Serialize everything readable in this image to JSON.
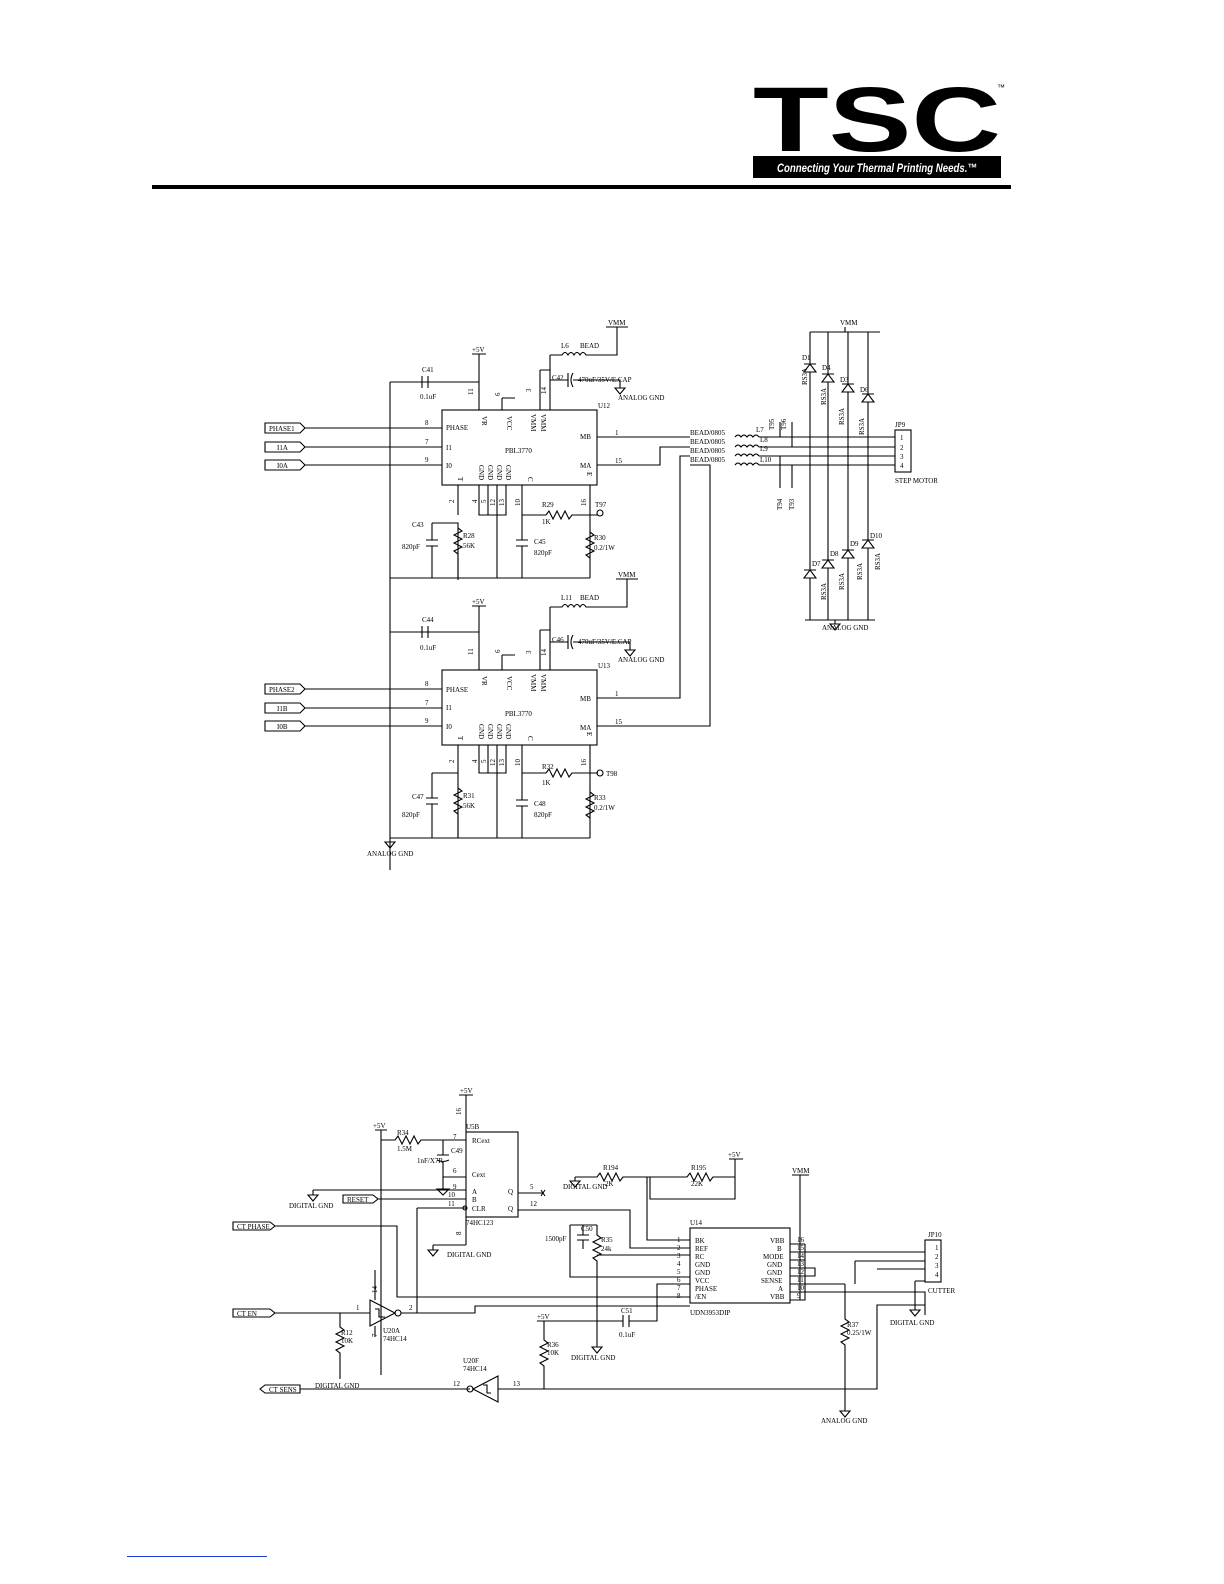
{
  "brand": {
    "logo_text": "TSC",
    "tagline": "Connecting Your Thermal Printing Needs.™",
    "tm": "™"
  },
  "motor": {
    "u12": {
      "ref": "U12",
      "part": "PBL3770"
    },
    "u13": {
      "ref": "U13",
      "part": "PBL3770"
    },
    "pins_top": [
      "VR",
      "VCC",
      "VMM",
      "VMM"
    ],
    "pins_left": [
      "PHASE",
      "I1",
      "I0"
    ],
    "pins_right": [
      "MB",
      "MA"
    ],
    "pins_bottom": [
      "T",
      "GND",
      "GND",
      "GND",
      "GND",
      "C",
      "E"
    ],
    "pin_numbers": {
      "n8": "8",
      "n7": "7",
      "n9": "9",
      "n11": "11",
      "n6": "6",
      "n3": "3",
      "n14": "14",
      "n1": "1",
      "n15": "15",
      "n2": "2",
      "n4": "4",
      "n5": "5",
      "n12": "12",
      "n13": "13",
      "n10": "10",
      "n16": "16"
    },
    "signals_a": [
      "PHASE1",
      "I1A",
      "I0A"
    ],
    "signals_b": [
      "PHASE2",
      "I1B",
      "I0B"
    ],
    "supply_5v": "+5V",
    "vmm": "VMM",
    "analog_gnd": "ANALOG GND",
    "c41": "C41",
    "c41_val": "0.1uF",
    "c44": "C44",
    "c44_val": "0.1uF",
    "l6": "L6",
    "l11": "L11",
    "bead": "BEAD",
    "c42": "C42",
    "c46": "C46",
    "cap_val": "470uF/35V/E.CAP",
    "c43": "C43",
    "c47": "C47",
    "c45": "C45",
    "c48": "C48",
    "pf820": "820pF",
    "r28": "R28",
    "r31": "R31",
    "k56": "56K",
    "r29": "R29",
    "r32": "R32",
    "k1": "1K",
    "r30": "R30",
    "r33": "R33",
    "rsense": "0.2/1W",
    "t97": "T97",
    "t98": "T98",
    "beads": [
      "BEAD/0805",
      "BEAD/0805",
      "BEAD/0805",
      "BEAD/0805"
    ],
    "l7": "L7",
    "l8": "L8",
    "l9": "L9",
    "l10": "L10",
    "tps_top": [
      "T95",
      "T96"
    ],
    "tps_bottom": [
      "T94",
      "T93"
    ],
    "diodes_top": [
      "D1",
      "D4",
      "D3",
      "D6"
    ],
    "diodes_bottom": [
      "D7",
      "D8",
      "D9",
      "D10"
    ],
    "rs3a": "RS3A",
    "jp9": "JP9",
    "jp9_pins": [
      "1",
      "2",
      "3",
      "4"
    ],
    "step_motor": "STEP MOTOR"
  },
  "cutter": {
    "supply_5v": "+5V",
    "u5b": "U5B",
    "u5b_part": "74HC123",
    "u5b_pins": {
      "rcext": "RCext",
      "cext": "Cext",
      "a": "A",
      "b": "B",
      "clr": "CLR",
      "q": "Q",
      "qn": "Q"
    },
    "u5b_nums": {
      "n16": "16",
      "n7": "7",
      "n6": "6",
      "n9": "9",
      "n10": "10",
      "n11": "11",
      "n5": "5",
      "n12": "12",
      "n8": "8"
    },
    "r34": "R34",
    "r34_val": "1.5M",
    "c49": "C49",
    "c49_val": "1nF/X7R",
    "digital_gnd": "DIGITAL GND",
    "reset": "RESET",
    "ct_phase": "CT PHASE",
    "ct_en": "CT EN",
    "ct_sens": "CT SENS",
    "u20a": "U20A",
    "u20a_part": "74HC14",
    "u20f": "U20F",
    "u20f_part": "74HC14",
    "u20_nums": {
      "n1": "1",
      "n2": "2",
      "n14": "14",
      "n7": "7",
      "n12": "12",
      "n13": "13"
    },
    "r12": "R12",
    "r12_val": "10K",
    "r36": "R36",
    "r36_val": "10K",
    "r194": "R194",
    "r194_val": "2K",
    "r195": "R195",
    "r195_val": "22K",
    "c50": "C50",
    "c50_val": "1500pF",
    "r35": "R35",
    "r35_val": "24k",
    "c51": "C51",
    "c51_val": "0.1uF",
    "vmm": "VMM",
    "u14": "U14",
    "u14_part": "UDN3953DIP",
    "u14_left": [
      "BK",
      "REF",
      "RC",
      "GND",
      "GND",
      "VCC",
      "PHASE",
      "/EN"
    ],
    "u14_left_nums": [
      "1",
      "2",
      "3",
      "4",
      "5",
      "6",
      "7",
      "8"
    ],
    "u14_right": [
      "VBB",
      "B",
      "MODE",
      "GND",
      "GND",
      "SENSE",
      "A",
      "VBB"
    ],
    "u14_right_nums": [
      "16",
      "15",
      "14",
      "13",
      "12",
      "11",
      "10",
      "9"
    ],
    "r37": "R37",
    "r37_val": "0.25/1W",
    "analog_gnd": "ANALOG GND",
    "jp10": "JP10",
    "jp10_pins": [
      "1",
      "2",
      "3",
      "4"
    ],
    "cutter_label": "CUTTER"
  }
}
